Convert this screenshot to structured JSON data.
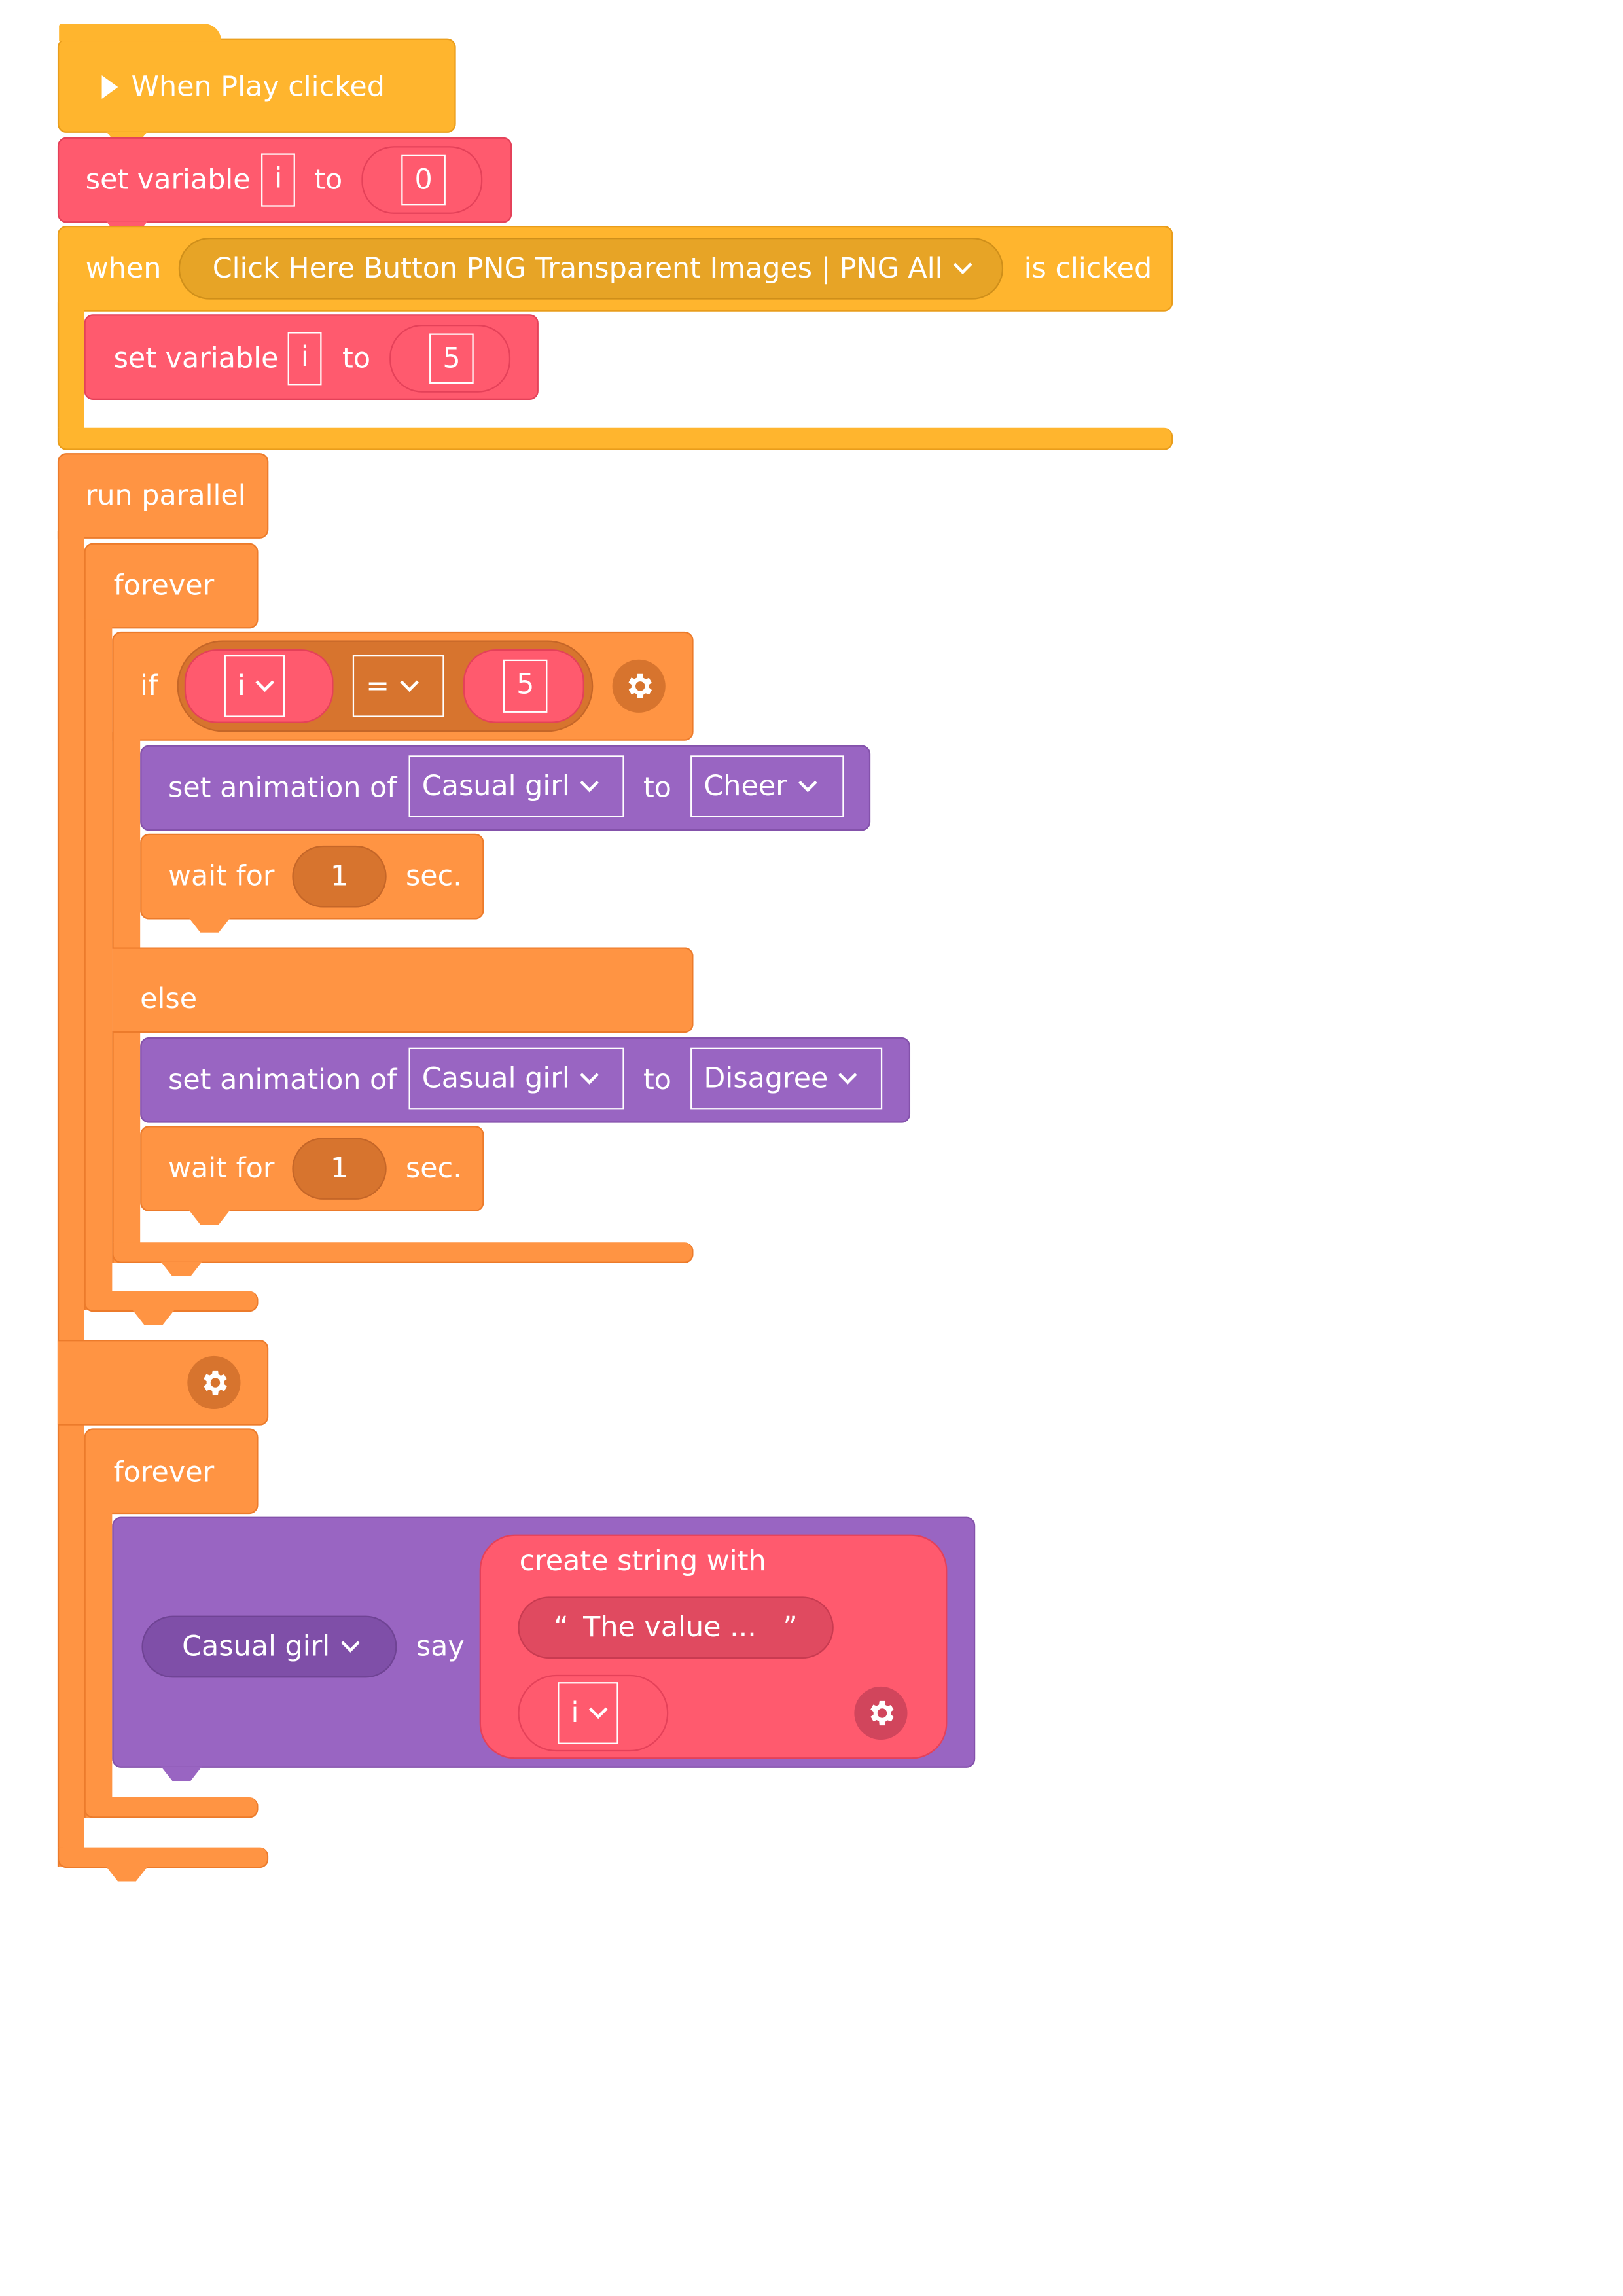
{
  "blocks": {
    "hat_label": "When Play clicked",
    "set_var_label": "set variable",
    "set_var_to": "to",
    "var_i": "i",
    "value_0": "0",
    "when_label": "when",
    "button_name": "Click Here Button PNG Transparent Images | PNG All",
    "is_clicked": "is clicked",
    "value_5": "5",
    "run_parallel": "run parallel",
    "forever": "forever",
    "if_label": "if",
    "op_eq": "=",
    "set_anim_label": "set animation of",
    "character": "Casual girl",
    "anim_to": "to",
    "anim_cheer": "Cheer",
    "anim_disagree": "Disagree",
    "wait_for": "wait for",
    "wait_value": "1",
    "sec": "sec.",
    "else_label": "else",
    "say_label": "say",
    "create_string": "create string with",
    "string_value": "The value ...",
    "open_quote": "“",
    "close_quote": "”"
  },
  "icons": {
    "play": "play-icon",
    "gear": "gear-icon",
    "chevron": "chevron-down-icon"
  },
  "colors": {
    "event": "#ffb52e",
    "variable": "#ff5a6e",
    "control": "#ff9443",
    "looks": "#9965c2"
  }
}
